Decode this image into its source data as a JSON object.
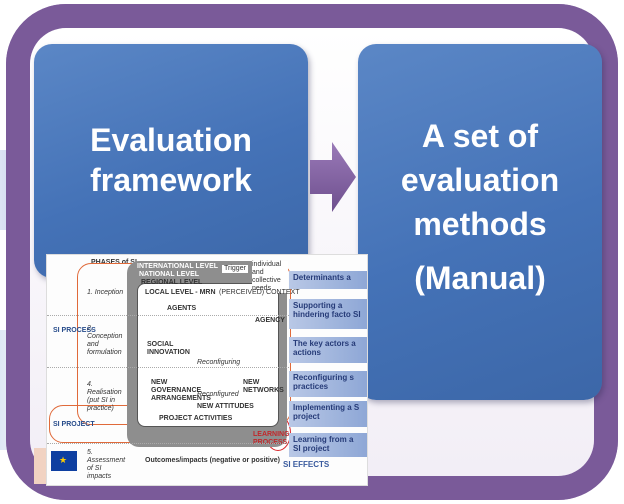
{
  "box_left": {
    "lines": [
      "Evaluation",
      "framework"
    ]
  },
  "box_right": {
    "lines": [
      "A set of",
      "evaluation",
      "methods"
    ],
    "sub": "(Manual)"
  },
  "figure": {
    "phases_title": "PHASES of SI",
    "levels": [
      "INTERNATIONAL LEVEL",
      "NATIONAL LEVEL",
      "REGIONAL LEVEL",
      "LOCAL LEVEL - MRN"
    ],
    "context": "(PERCEIVED) CONTEXT",
    "trigger": "Trigger",
    "needs": "individual and collective needs",
    "agents": "AGENTS",
    "agency": "AGENCY",
    "si_label": "SOCIAL INNOVATION",
    "reconfiguring": "Reconfiguring",
    "new_gov": "NEW GOVERNANCE ARRANGEMENTS",
    "new_networks": "NEW NETWORKS",
    "new_attitudes": "NEW ATTITUDES",
    "reconfigured": "Reconfigured",
    "project_activities": "PROJECT ACTIVITIES",
    "learning": "LEARNING PROCESS",
    "outcomes": "Outcomes/impacts (negative or positive)",
    "phases": [
      "1. Inception",
      "2. Conception and formulation",
      "4. Realisation (put SI in practice)",
      "5. Assessment of SI impacts"
    ],
    "left_labels": [
      "SI PROCESS",
      "SI PROJECT"
    ],
    "effects": "SI EFFECTS",
    "side_items": [
      "Determinants a",
      "Supporting a hindering facto SI",
      "The key actors a actions",
      "Reconfiguring s practices",
      "Implementing a S project",
      "Learning from a SI project"
    ]
  }
}
